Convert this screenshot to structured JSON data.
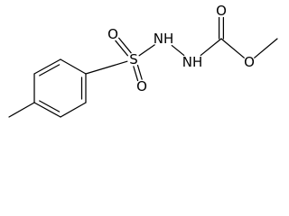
{
  "structure": {
    "atoms": [
      {
        "id": "c_methyl_ring",
        "label": ""
      },
      {
        "id": "c_ring_1",
        "label": ""
      },
      {
        "id": "c_ring_2",
        "label": ""
      },
      {
        "id": "c_ring_3",
        "label": ""
      },
      {
        "id": "c_ring_4",
        "label": ""
      },
      {
        "id": "c_ring_5",
        "label": ""
      },
      {
        "id": "c_ring_6",
        "label": ""
      },
      {
        "id": "s_sulfonyl",
        "label": "S"
      },
      {
        "id": "o_sulfonyl_top",
        "label": "O"
      },
      {
        "id": "o_sulfonyl_bottom",
        "label": "O"
      },
      {
        "id": "n_sulfonamide",
        "label": "NH"
      },
      {
        "id": "n_hydrazide",
        "label": "NH"
      },
      {
        "id": "c_carbonyl",
        "label": ""
      },
      {
        "id": "o_carbonyl",
        "label": "O"
      },
      {
        "id": "o_ester",
        "label": "O"
      },
      {
        "id": "c_methoxy",
        "label": ""
      }
    ],
    "bonds": [
      {
        "from": "c_methyl_ring",
        "to": "c_ring_1",
        "order": 1
      },
      {
        "from": "c_ring_1",
        "to": "c_ring_2",
        "order": 1
      },
      {
        "from": "c_ring_2",
        "to": "c_ring_3",
        "order": 2
      },
      {
        "from": "c_ring_3",
        "to": "c_ring_4",
        "order": 1
      },
      {
        "from": "c_ring_4",
        "to": "c_ring_5",
        "order": 2
      },
      {
        "from": "c_ring_5",
        "to": "c_ring_6",
        "order": 1
      },
      {
        "from": "c_ring_6",
        "to": "c_ring_1",
        "order": 2
      },
      {
        "from": "c_ring_4",
        "to": "s_sulfonyl",
        "order": 1
      },
      {
        "from": "s_sulfonyl",
        "to": "o_sulfonyl_top",
        "order": 2
      },
      {
        "from": "s_sulfonyl",
        "to": "o_sulfonyl_bottom",
        "order": 2
      },
      {
        "from": "s_sulfonyl",
        "to": "n_sulfonamide",
        "order": 1
      },
      {
        "from": "n_sulfonamide",
        "to": "n_hydrazide",
        "order": 1
      },
      {
        "from": "n_hydrazide",
        "to": "c_carbonyl",
        "order": 1
      },
      {
        "from": "c_carbonyl",
        "to": "o_carbonyl",
        "order": 2
      },
      {
        "from": "c_carbonyl",
        "to": "o_ester",
        "order": 1
      },
      {
        "from": "o_ester",
        "to": "c_methoxy",
        "order": 1
      }
    ]
  }
}
